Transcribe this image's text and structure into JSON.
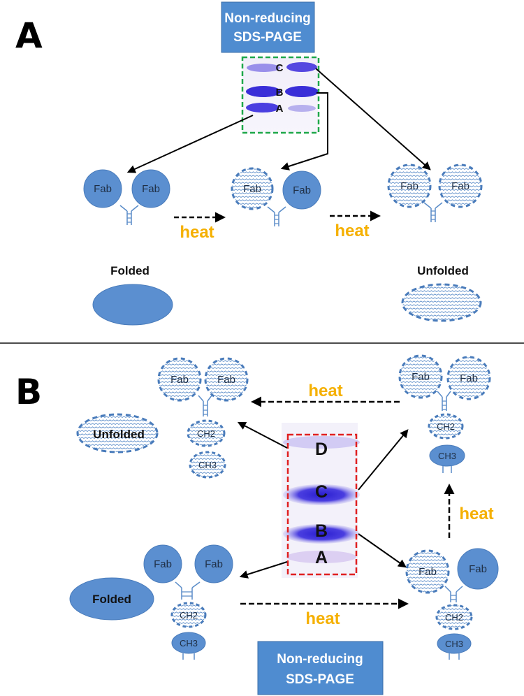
{
  "panel_a": {
    "letter": "A",
    "box_line1": "Non-reducing",
    "box_line2": "SDS-PAGE",
    "bands": [
      "C",
      "B",
      "A"
    ],
    "fab_label": "Fab",
    "heat_label": "heat",
    "folded_label": "Folded",
    "unfolded_label": "Unfolded"
  },
  "panel_b": {
    "letter": "B",
    "box_line1": "Non-reducing",
    "box_line2": "SDS-PAGE",
    "bands": [
      "D",
      "C",
      "B",
      "A"
    ],
    "fab_label": "Fab",
    "ch2_label": "CH2",
    "ch3_label": "CH3",
    "heat_label": "heat",
    "folded_label": "Folded",
    "unfolded_label": "Unfolded"
  },
  "colors": {
    "domain_fill": "#5b8fd0",
    "box_fill": "#4f8cd0",
    "heat": "#f5b000",
    "gel_a_border": "#1fa84a",
    "gel_b_border": "#e02020",
    "band": "#3a2ed8"
  }
}
